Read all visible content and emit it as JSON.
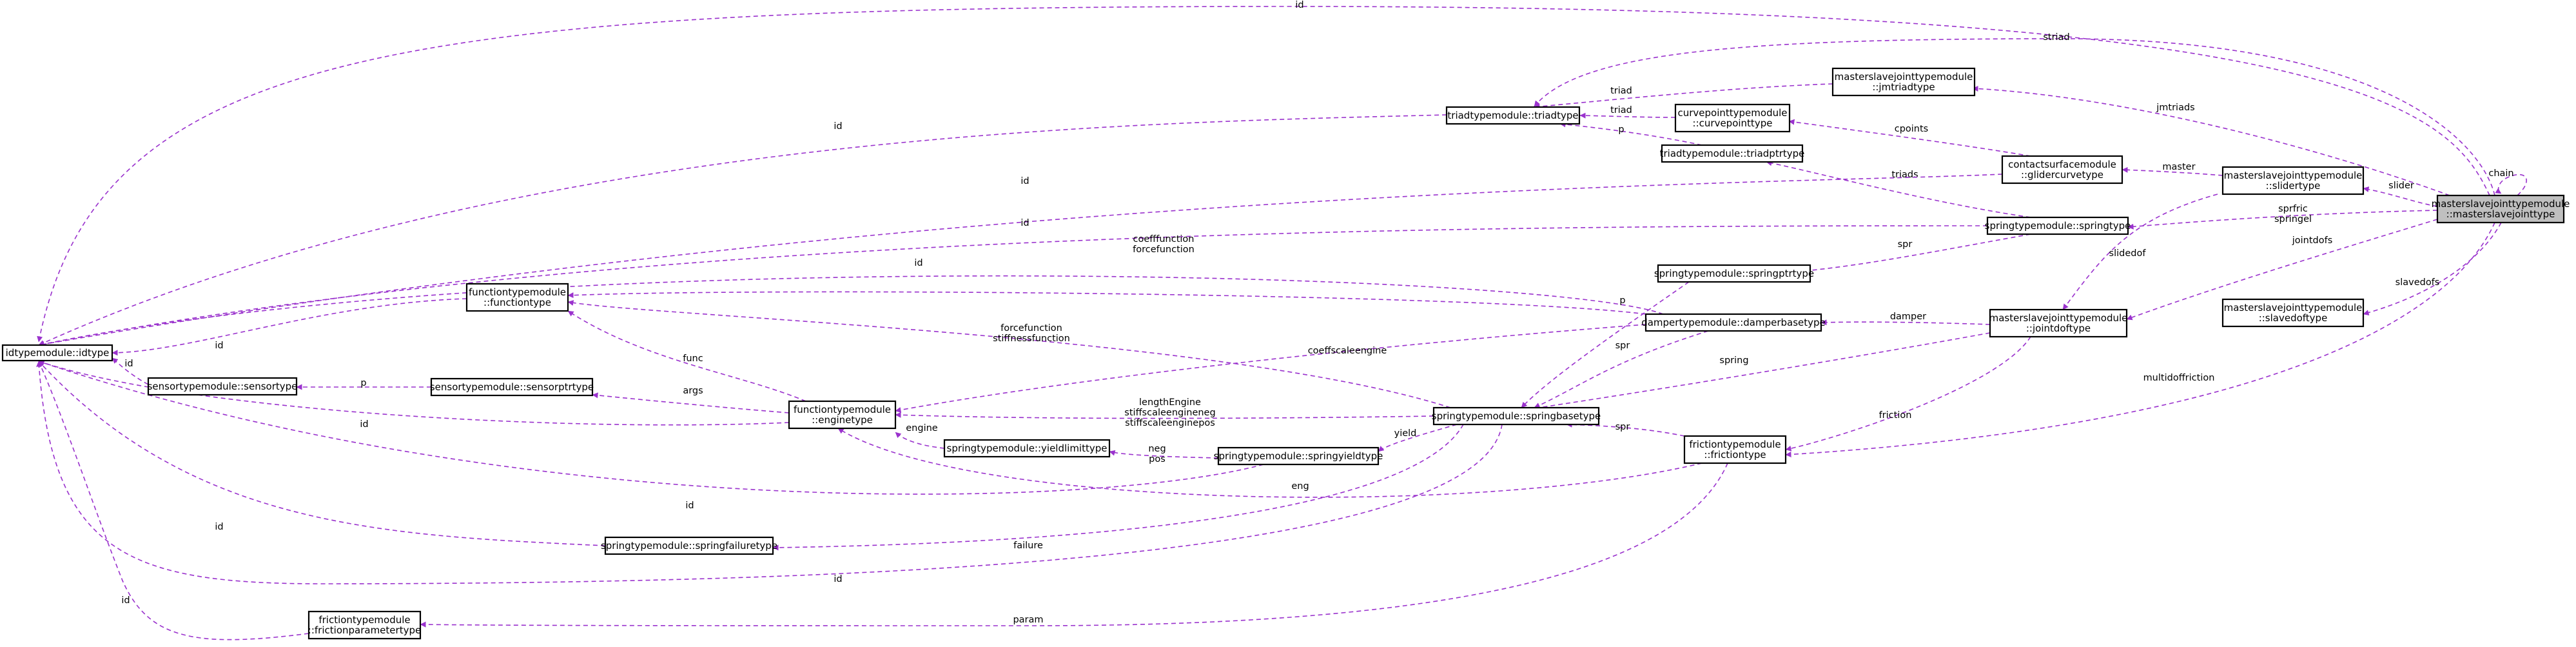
{
  "colors": {
    "edge": "#9a32cd",
    "node_fill": "#ffffff",
    "node_highlight": "#bfbfbf",
    "node_border": "#000000"
  },
  "nodes": {
    "msjt": [
      "masterslavejointtypemodule",
      "::masterslavejointtype"
    ],
    "idtype": [
      "idtypemodule::idtype"
    ],
    "triadtype": [
      "triadtypemodule::triadtype"
    ],
    "jmtriadtype": [
      "masterslavejointtypemodule",
      "::jmtriadtype"
    ],
    "curvepointtype": [
      "curvepointtypemodule",
      "::curvepointtype"
    ],
    "triadptrtype": [
      "triadtypemodule::triadptrtype"
    ],
    "glidercurvetype": [
      "contactsurfacemodule",
      "::glidercurvetype"
    ],
    "slidertype": [
      "masterslavejointtypemodule",
      "::slidertype"
    ],
    "springtype": [
      "springtypemodule::springtype"
    ],
    "springptrtype": [
      "springtypemodule::springptrtype"
    ],
    "functiontype": [
      "functiontypemodule",
      "::functiontype"
    ],
    "damperbasetype": [
      "dampertypemodule::damperbasetype"
    ],
    "jointdoftype": [
      "masterslavejointtypemodule",
      "::jointdoftype"
    ],
    "slavedoftype": [
      "masterslavejointtypemodule",
      "::slavedoftype"
    ],
    "sensortype": [
      "sensortypemodule::sensortype"
    ],
    "sensorptrtype": [
      "sensortypemodule::sensorptrtype"
    ],
    "enginetype": [
      "functiontypemodule",
      "::enginetype"
    ],
    "springbasetype": [
      "springtypemodule::springbasetype"
    ],
    "yieldlimittype": [
      "springtypemodule::yieldlimittype"
    ],
    "springyieldtype": [
      "springtypemodule::springyieldtype"
    ],
    "frictiontype": [
      "frictiontypemodule",
      "::frictiontype"
    ],
    "springfailuretype": [
      "springtypemodule::springfailuretype"
    ],
    "frictionparametertype": [
      "frictiontypemodule",
      "::frictionparametertype"
    ]
  },
  "edge_labels": {
    "id_top": [
      "id"
    ],
    "striad": [
      "striad"
    ],
    "chain": [
      "chain"
    ],
    "jmtriads": [
      "jmtriads"
    ],
    "triad_jm": [
      "triad"
    ],
    "triad_cp": [
      "triad"
    ],
    "p_triad": [
      "p"
    ],
    "cpoints": [
      "cpoints"
    ],
    "master": [
      "master"
    ],
    "triads": [
      "triads"
    ],
    "slider": [
      "slider"
    ],
    "id_triad": [
      "id"
    ],
    "id_glider": [
      "id"
    ],
    "id_spring": [
      "id"
    ],
    "id_damper": [
      "id"
    ],
    "sprfric": [
      "sprfric",
      "springel"
    ],
    "slidedof": [
      "slidedof"
    ],
    "spr_springtype": [
      "spr"
    ],
    "jointdofs": [
      "jointdofs"
    ],
    "slavedofs": [
      "slavedofs"
    ],
    "coefffunction": [
      "coefffunction",
      "forcefunction"
    ],
    "forcefunction": [
      "forcefunction",
      "stiffnessfunction"
    ],
    "id_function": [
      "id"
    ],
    "id_sensor": [
      "id"
    ],
    "p_sensor": [
      "p"
    ],
    "func": [
      "func"
    ],
    "args": [
      "args"
    ],
    "coeffscaleengine": [
      "coeffscaleengine"
    ],
    "p_springptr": [
      "p"
    ],
    "spr_damper": [
      "spr"
    ],
    "damper": [
      "damper"
    ],
    "spring": [
      "spring"
    ],
    "length": [
      "lengthEngine",
      "stiffscaleengineneg",
      "stiffscaleenginepos"
    ],
    "engine": [
      "engine"
    ],
    "id_engine": [
      "id"
    ],
    "yield": [
      "yield"
    ],
    "negpos": [
      "neg",
      "pos"
    ],
    "friction": [
      "friction"
    ],
    "spr_friction": [
      "spr"
    ],
    "multidoffriction": [
      "multidoffriction"
    ],
    "eng": [
      "eng"
    ],
    "id_springyield": [
      "id"
    ],
    "id_failure": [
      "id"
    ],
    "failure": [
      "failure"
    ],
    "id_springbase": [
      "id"
    ],
    "id_fricparam": [
      "id"
    ],
    "param": [
      "param"
    ]
  }
}
